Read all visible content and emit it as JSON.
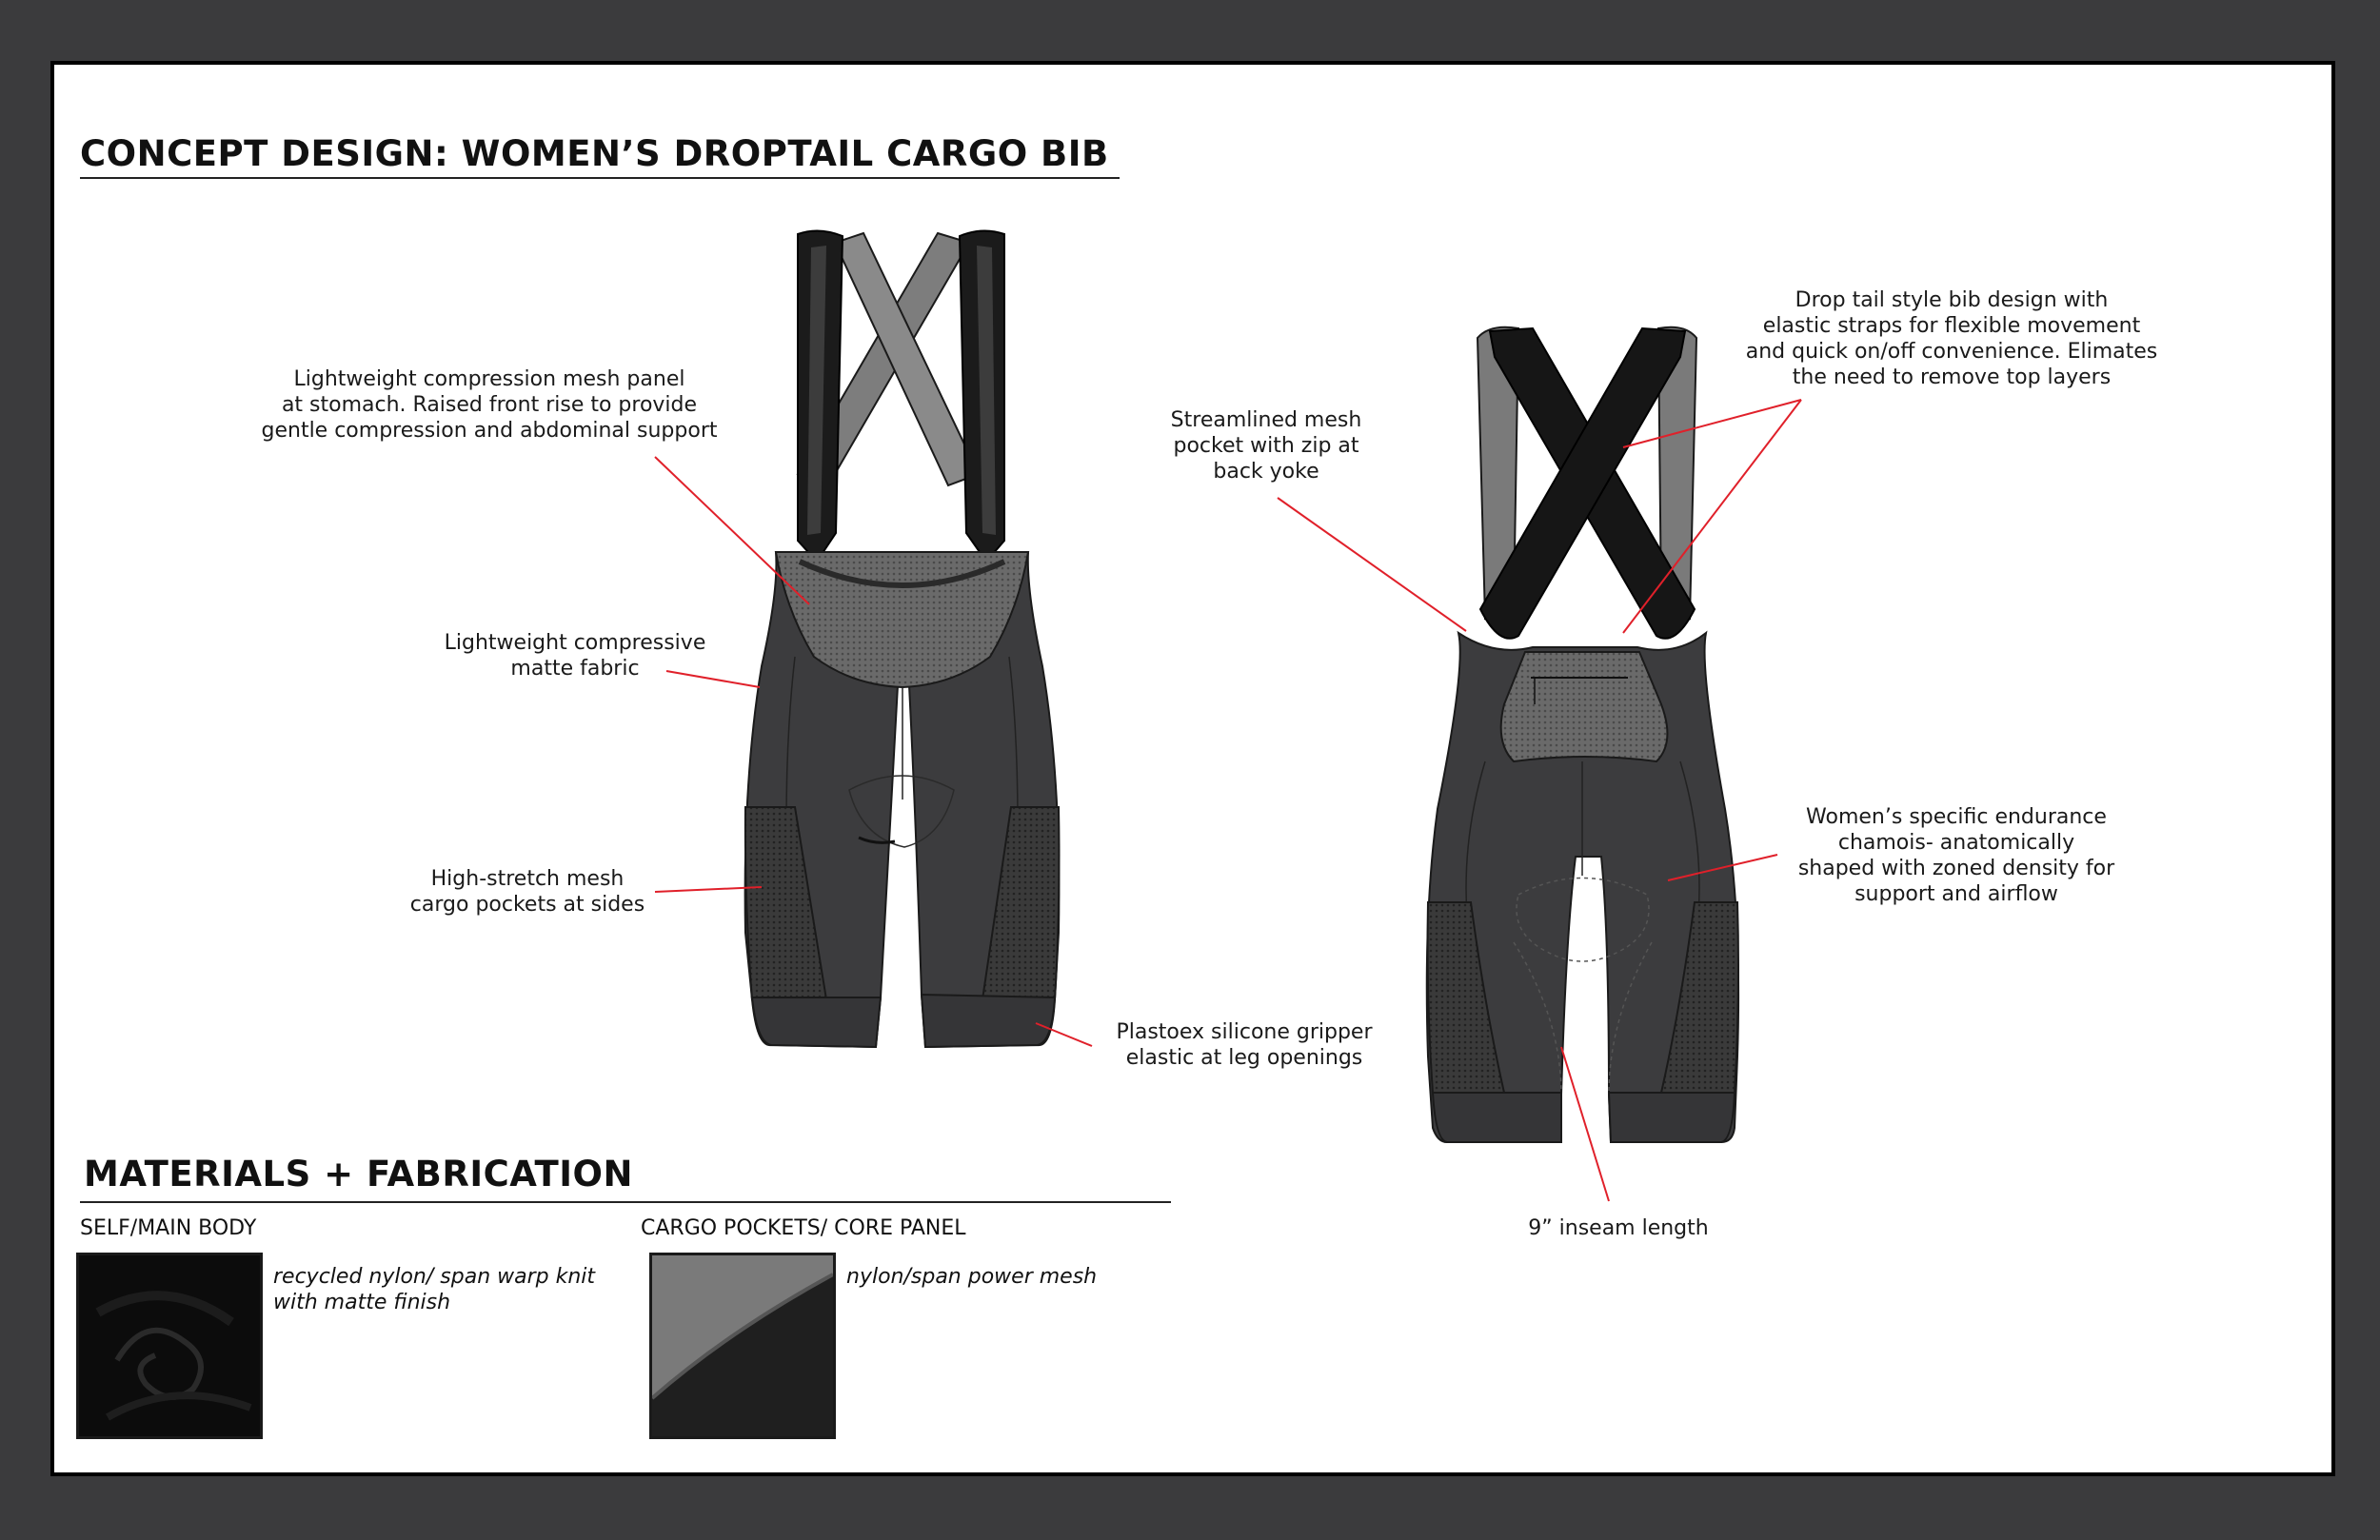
{
  "title": "CONCEPT DESIGN: WOMEN’S DROPTAIL CARGO BIB",
  "callouts": {
    "mesh_panel": "Lightweight compression mesh panel\nat stomach. Raised front rise to provide\ngentle compression and abdominal support",
    "matte_fabric": "Lightweight compressive\nmatte fabric",
    "cargo_pockets": "High-stretch mesh\ncargo pockets at sides",
    "gripper": "Plastoex silicone gripper\nelastic at leg openings",
    "back_pocket": "Streamlined mesh\npocket with zip at\nback yoke",
    "drop_tail": "Drop tail style bib design with\nelastic straps for flexible movement\nand quick on/off convenience. Elimates\nthe need to remove top layers",
    "chamois": "Women’s specific endurance\nchamois- anatomically\nshaped with zoned density for\nsupport and airflow",
    "inseam": "9” inseam length"
  },
  "materials": {
    "title": "MATERIALS + FABRICATION",
    "self": {
      "label": "SELF/MAIN BODY",
      "desc": "recycled nylon/ span warp knit\nwith matte finish"
    },
    "cargo": {
      "label": "CARGO POCKETS/ CORE PANEL",
      "desc": "nylon/span power mesh"
    }
  },
  "colors": {
    "leader": "#e0202a",
    "fabric": "#3c3c3e",
    "strap_gray": "#7a7a7a",
    "outline": "#1a1a1a"
  }
}
